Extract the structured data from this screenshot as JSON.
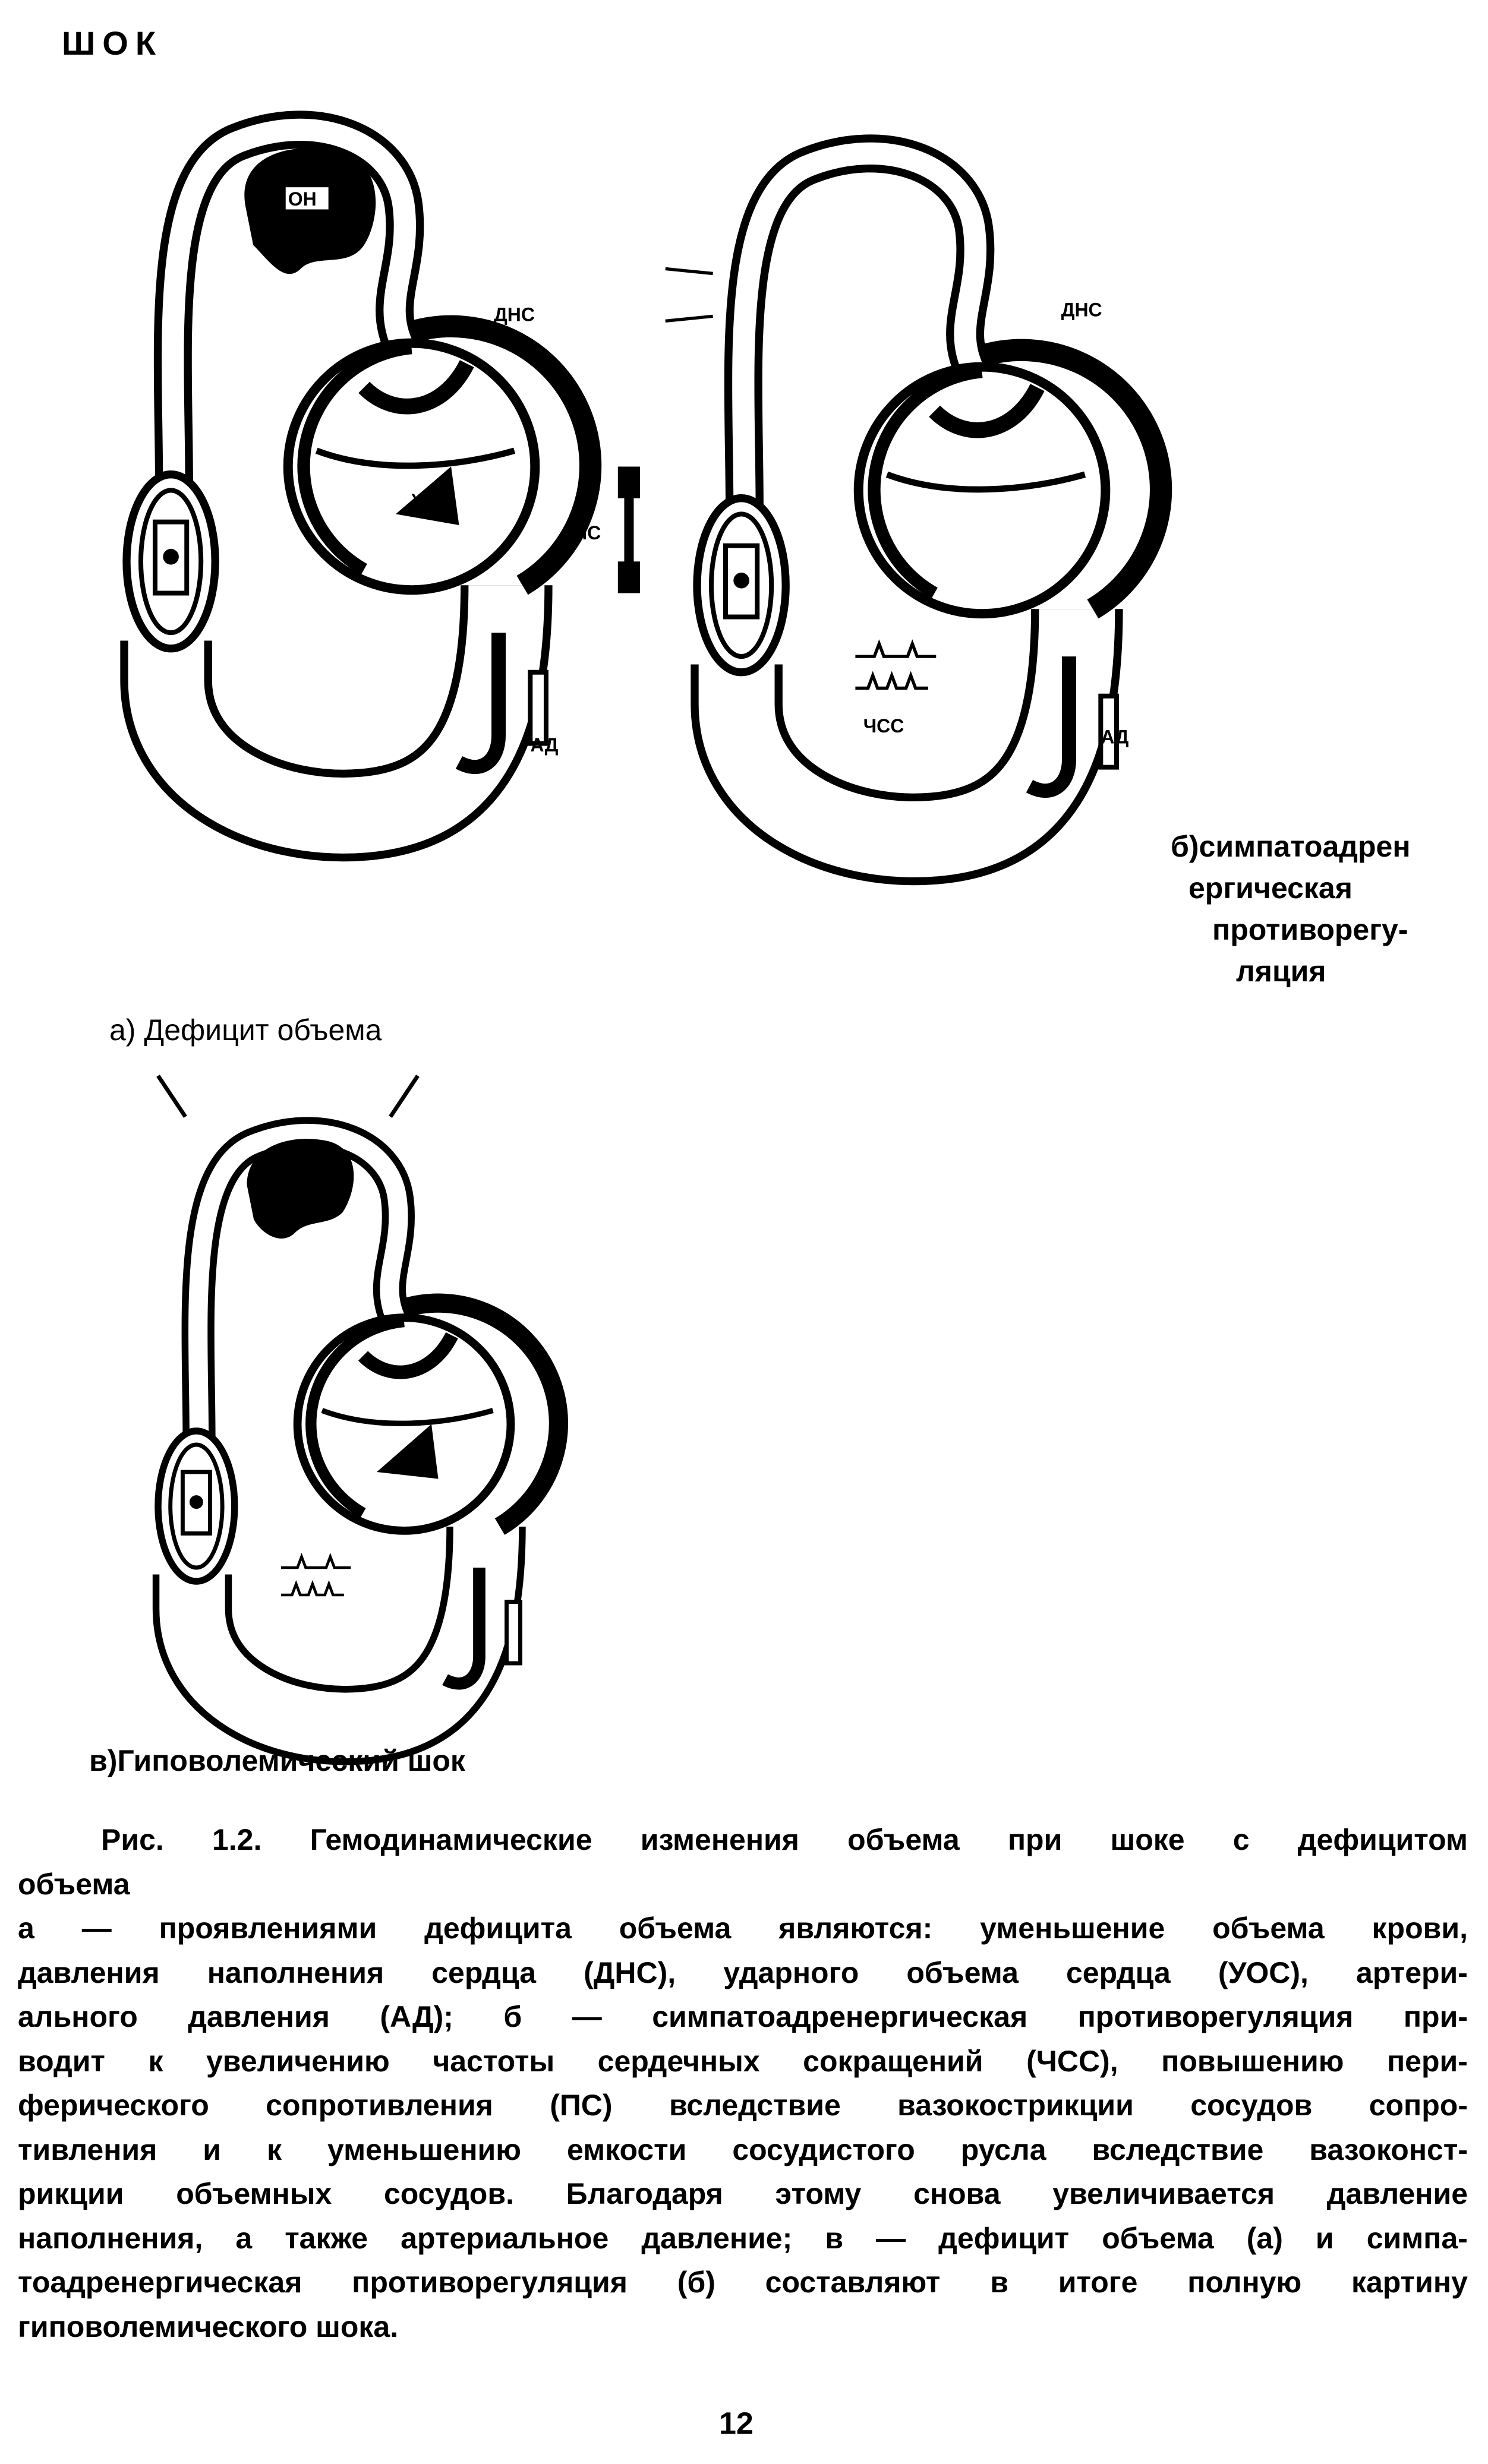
{
  "header": {
    "title": "ШОК"
  },
  "figure": {
    "panel_a": {
      "caption": "а) Дефицит объема",
      "labels": {
        "on": "ОН",
        "dns": "ДНС",
        "uos": "УОС",
        "ad": "АД"
      }
    },
    "panel_b": {
      "caption_lines": [
        "б)симпатоадрен",
        "ергическая",
        "противорегу-",
        "ляция"
      ],
      "labels": {
        "dns": "ДНС",
        "ps": "ПС",
        "chss": "ЧСС",
        "ad": "АД"
      }
    },
    "panel_c": {
      "caption": "в)Гиповолемический шок"
    }
  },
  "caption": {
    "lines": [
      "Рис. 1.2. Гемодинамические изменения объема при шоке с дефицитом",
      "объема",
      "а — проявлениями дефицита объема являются: уменьшение объема крови,",
      "давления наполнения сердца (ДНС), ударного объема сердца (УОС), артери-",
      "ального давления (АД); б — симпатоадренергическая противорегуляция при-",
      "водит к увеличению частоты сердечных сокращений (ЧСС), повышению пери-",
      "ферического сопротивления (ПС) вследствие вазокострикции сосудов сопро-",
      "тивления и к уменьшению емкости сосудистого русла вследствие вазоконст-",
      "рикции объемных сосудов. Благодаря этому снова увеличивается давление",
      "наполнения, а также артериальное давление; в — дефицит объема (а) и симпа-",
      "тоадренергическая противорегуляция (б) составляют в итоге полную картину",
      "гиповолемического шока."
    ]
  },
  "footer": {
    "page_number": "12"
  }
}
